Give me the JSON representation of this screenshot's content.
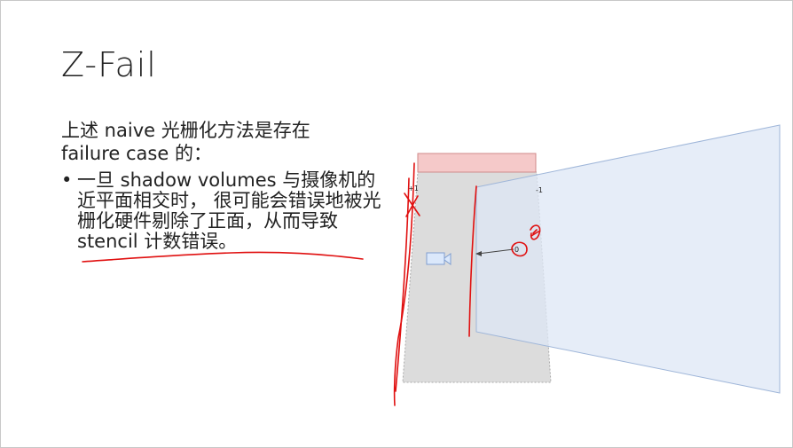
{
  "slide": {
    "title": "Z-Fail",
    "intro": "上述 naive 光栅化方法是存在 failure case 的：",
    "bullet_symbol": "•",
    "bullet": "一旦 shadow volumes 与摄像机的近平面相交时， 很可能会错误地被光栅化硬件剔除了正面，从而导致 stencil 计数错误。"
  },
  "diagram": {
    "label_plus": "+1",
    "label_minus": "-1",
    "label_zero": "0",
    "colors": {
      "volume_fill": "#dcdcdc",
      "near_plane_fill": "#f5c9c9",
      "frustum_fill": "#dde7f5",
      "ink": "#e01010"
    }
  }
}
